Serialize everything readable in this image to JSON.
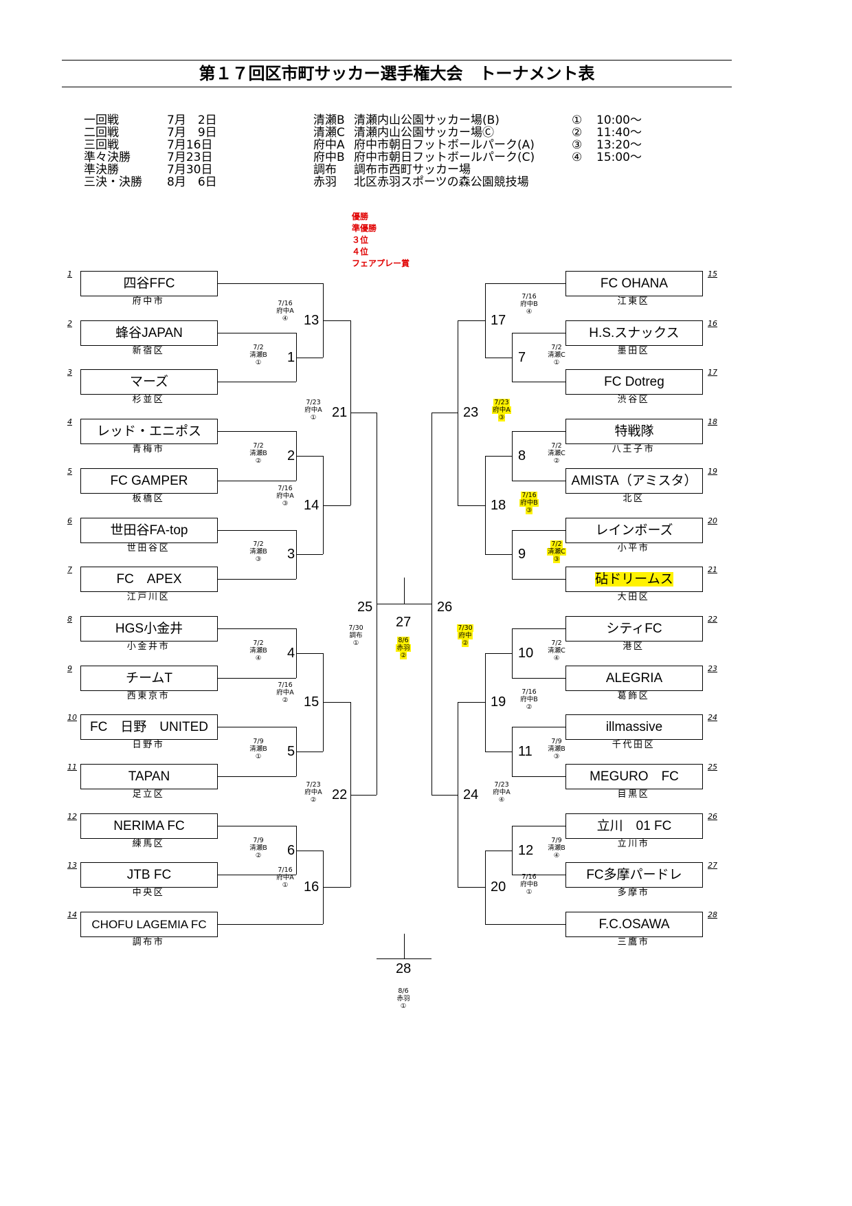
{
  "title": "第１７回区市町サッカー選手権大会　トーナメント表",
  "schedule": {
    "rounds": [
      {
        "name": "一回戦",
        "date": "7月　2日"
      },
      {
        "name": "二回戦",
        "date": "7月　9日"
      },
      {
        "name": "三回戦",
        "date": "7月16日"
      },
      {
        "name": "準々決勝",
        "date": "7月23日"
      },
      {
        "name": "準決勝",
        "date": "7月30日"
      },
      {
        "name": "三決・決勝",
        "date": "8月　6日"
      }
    ],
    "venues": [
      {
        "code": "清瀬B",
        "name": "清瀬内山公園サッカー場(B)"
      },
      {
        "code": "清瀬C",
        "name": "清瀬内山公園サッカー場Ⓒ"
      },
      {
        "code": "府中A",
        "name": "府中市朝日フットボールパーク(A)"
      },
      {
        "code": "府中B",
        "name": "府中市朝日フットボールパーク(C)"
      },
      {
        "code": "調布",
        "name": "調布市西町サッカー場"
      },
      {
        "code": "赤羽",
        "name": "北区赤羽スポーツの森公園競技場"
      }
    ],
    "times": [
      {
        "num": "①",
        "time": "10:00～"
      },
      {
        "num": "②",
        "time": "11:40～"
      },
      {
        "num": "③",
        "time": "13:20～"
      },
      {
        "num": "④",
        "time": "15:00～"
      }
    ]
  },
  "awards": [
    "優勝",
    "準優勝",
    "３位",
    "４位",
    "フェアプレー賞"
  ],
  "teams": [
    {
      "seed": "1",
      "name": "四谷FFC",
      "area": "府中市"
    },
    {
      "seed": "2",
      "name": "蜂谷JAPAN",
      "area": "新宿区"
    },
    {
      "seed": "3",
      "name": "マーズ",
      "area": "杉並区"
    },
    {
      "seed": "4",
      "name": "レッド・エニポス",
      "area": "青梅市"
    },
    {
      "seed": "5",
      "name": "FC GAMPER",
      "area": "板橋区"
    },
    {
      "seed": "6",
      "name": "世田谷FA-top",
      "area": "世田谷区"
    },
    {
      "seed": "7",
      "name": "FC　APEX",
      "area": "江戸川区"
    },
    {
      "seed": "8",
      "name": "HGS小金井",
      "area": "小金井市"
    },
    {
      "seed": "9",
      "name": "チームT",
      "area": "西東京市"
    },
    {
      "seed": "10",
      "name": "FC　日野　UNITED",
      "area": "日野市"
    },
    {
      "seed": "11",
      "name": "TAPAN",
      "area": "足立区"
    },
    {
      "seed": "12",
      "name": "NERIMA FC",
      "area": "練馬区"
    },
    {
      "seed": "13",
      "name": "JTB FC",
      "area": "中央区"
    },
    {
      "seed": "14",
      "name": "CHOFU LAGEMIA FC",
      "area": "調布市"
    },
    {
      "seed": "15",
      "name": "FC OHANA",
      "area": "江東区"
    },
    {
      "seed": "16",
      "name": "H.S.スナックス",
      "area": "墨田区"
    },
    {
      "seed": "17",
      "name": "FC Dotreg",
      "area": "渋谷区"
    },
    {
      "seed": "18",
      "name": "特戦隊",
      "area": "八王子市"
    },
    {
      "seed": "19",
      "name": "AMISTA（アミスタ）",
      "area": "北区"
    },
    {
      "seed": "20",
      "name": "レインボーズ",
      "area": "小平市"
    },
    {
      "seed": "21",
      "name": "砧ドリームス",
      "area": "大田区"
    },
    {
      "seed": "22",
      "name": "シティFC",
      "area": "港区"
    },
    {
      "seed": "23",
      "name": "ALEGRIA",
      "area": "葛飾区"
    },
    {
      "seed": "24",
      "name": "illmassive",
      "area": "千代田区"
    },
    {
      "seed": "25",
      "name": "MEGURO　FC",
      "area": "目黒区"
    },
    {
      "seed": "26",
      "name": "立川　01 FC",
      "area": "立川市"
    },
    {
      "seed": "27",
      "name": "FC多摩パードレ",
      "area": "多摩市"
    },
    {
      "seed": "28",
      "name": "F.C.OSAWA",
      "area": "三鷹市"
    }
  ],
  "matches": [
    {
      "num": "1",
      "date": "7/2",
      "venue": "清瀬B",
      "slot": "①"
    },
    {
      "num": "2",
      "date": "7/2",
      "venue": "清瀬B",
      "slot": "②"
    },
    {
      "num": "3",
      "date": "7/2",
      "venue": "清瀬B",
      "slot": "③"
    },
    {
      "num": "4",
      "date": "7/2",
      "venue": "清瀬B",
      "slot": "④"
    },
    {
      "num": "5",
      "date": "7/9",
      "venue": "清瀬B",
      "slot": "①"
    },
    {
      "num": "6",
      "date": "7/9",
      "venue": "清瀬B",
      "slot": "②"
    },
    {
      "num": "7",
      "date": "7/2",
      "venue": "清瀬C",
      "slot": "①"
    },
    {
      "num": "8",
      "date": "7/2",
      "venue": "清瀬C",
      "slot": "②"
    },
    {
      "num": "9",
      "date": "7/2",
      "venue": "清瀬C",
      "slot": "③"
    },
    {
      "num": "10",
      "date": "7/2",
      "venue": "清瀬C",
      "slot": "④"
    },
    {
      "num": "11",
      "date": "7/9",
      "venue": "清瀬B",
      "slot": "③"
    },
    {
      "num": "12",
      "date": "7/9",
      "venue": "清瀬B",
      "slot": "④"
    },
    {
      "num": "13",
      "date": "7/16",
      "venue": "府中A",
      "slot": "④"
    },
    {
      "num": "14",
      "date": "7/16",
      "venue": "府中A",
      "slot": "③"
    },
    {
      "num": "15",
      "date": "7/16",
      "venue": "府中A",
      "slot": "②"
    },
    {
      "num": "16",
      "date": "7/16",
      "venue": "府中A",
      "slot": "①"
    },
    {
      "num": "17",
      "date": "7/16",
      "venue": "府中B",
      "slot": "④"
    },
    {
      "num": "18",
      "date": "7/16",
      "venue": "府中B",
      "slot": "③"
    },
    {
      "num": "19",
      "date": "7/16",
      "venue": "府中B",
      "slot": "②"
    },
    {
      "num": "20",
      "date": "7/16",
      "venue": "府中B",
      "slot": "①"
    },
    {
      "num": "21",
      "date": "7/23",
      "venue": "府中A",
      "slot": "①"
    },
    {
      "num": "22",
      "date": "7/23",
      "venue": "府中A",
      "slot": "②"
    },
    {
      "num": "23",
      "date": "7/23",
      "venue": "府中A",
      "slot": "③"
    },
    {
      "num": "24",
      "date": "7/23",
      "venue": "府中A",
      "slot": "④"
    },
    {
      "num": "25",
      "date": "7/30",
      "venue": "調布",
      "slot": "①"
    },
    {
      "num": "26",
      "date": "7/30",
      "venue": "府中",
      "slot": "②"
    },
    {
      "num": "27",
      "date": "8/6",
      "venue": "赤羽",
      "slot": "②"
    },
    {
      "num": "28",
      "date": "8/6",
      "venue": "赤羽",
      "slot": "①"
    }
  ],
  "colors": {
    "highlight": "#fff200",
    "award": "#e00000"
  }
}
